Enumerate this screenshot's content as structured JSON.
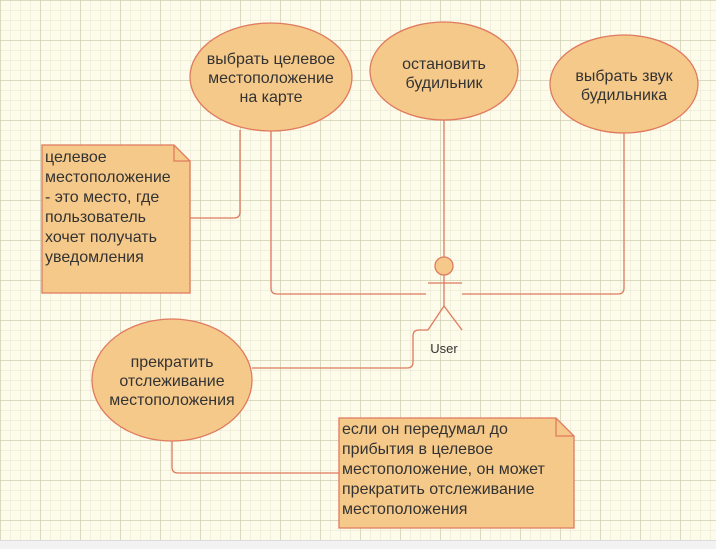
{
  "use_cases": {
    "select_location": [
      "выбрать целевое",
      "местоположение",
      "на карте"
    ],
    "stop_alarm": [
      "остановить",
      "будильник"
    ],
    "select_sound": [
      "выбрать звук",
      "будильника"
    ],
    "stop_tracking": [
      "прекратить",
      "отслеживание",
      "местоположения"
    ]
  },
  "actor": {
    "label": "User"
  },
  "notes": {
    "location_note": [
      "целевое",
      "местоположение",
      "- это место, где",
      "пользователь",
      "хочет получать",
      "уведомления"
    ],
    "tracking_note": [
      "если он передумал до",
      "прибытия в целевое",
      "местоположение, он может",
      "прекратить отслеживание",
      "местоположения"
    ]
  },
  "colors": {
    "fill": "#f5c98a",
    "stroke": "#e07a5f",
    "text": "#333333",
    "background": "#fdfbe9"
  }
}
